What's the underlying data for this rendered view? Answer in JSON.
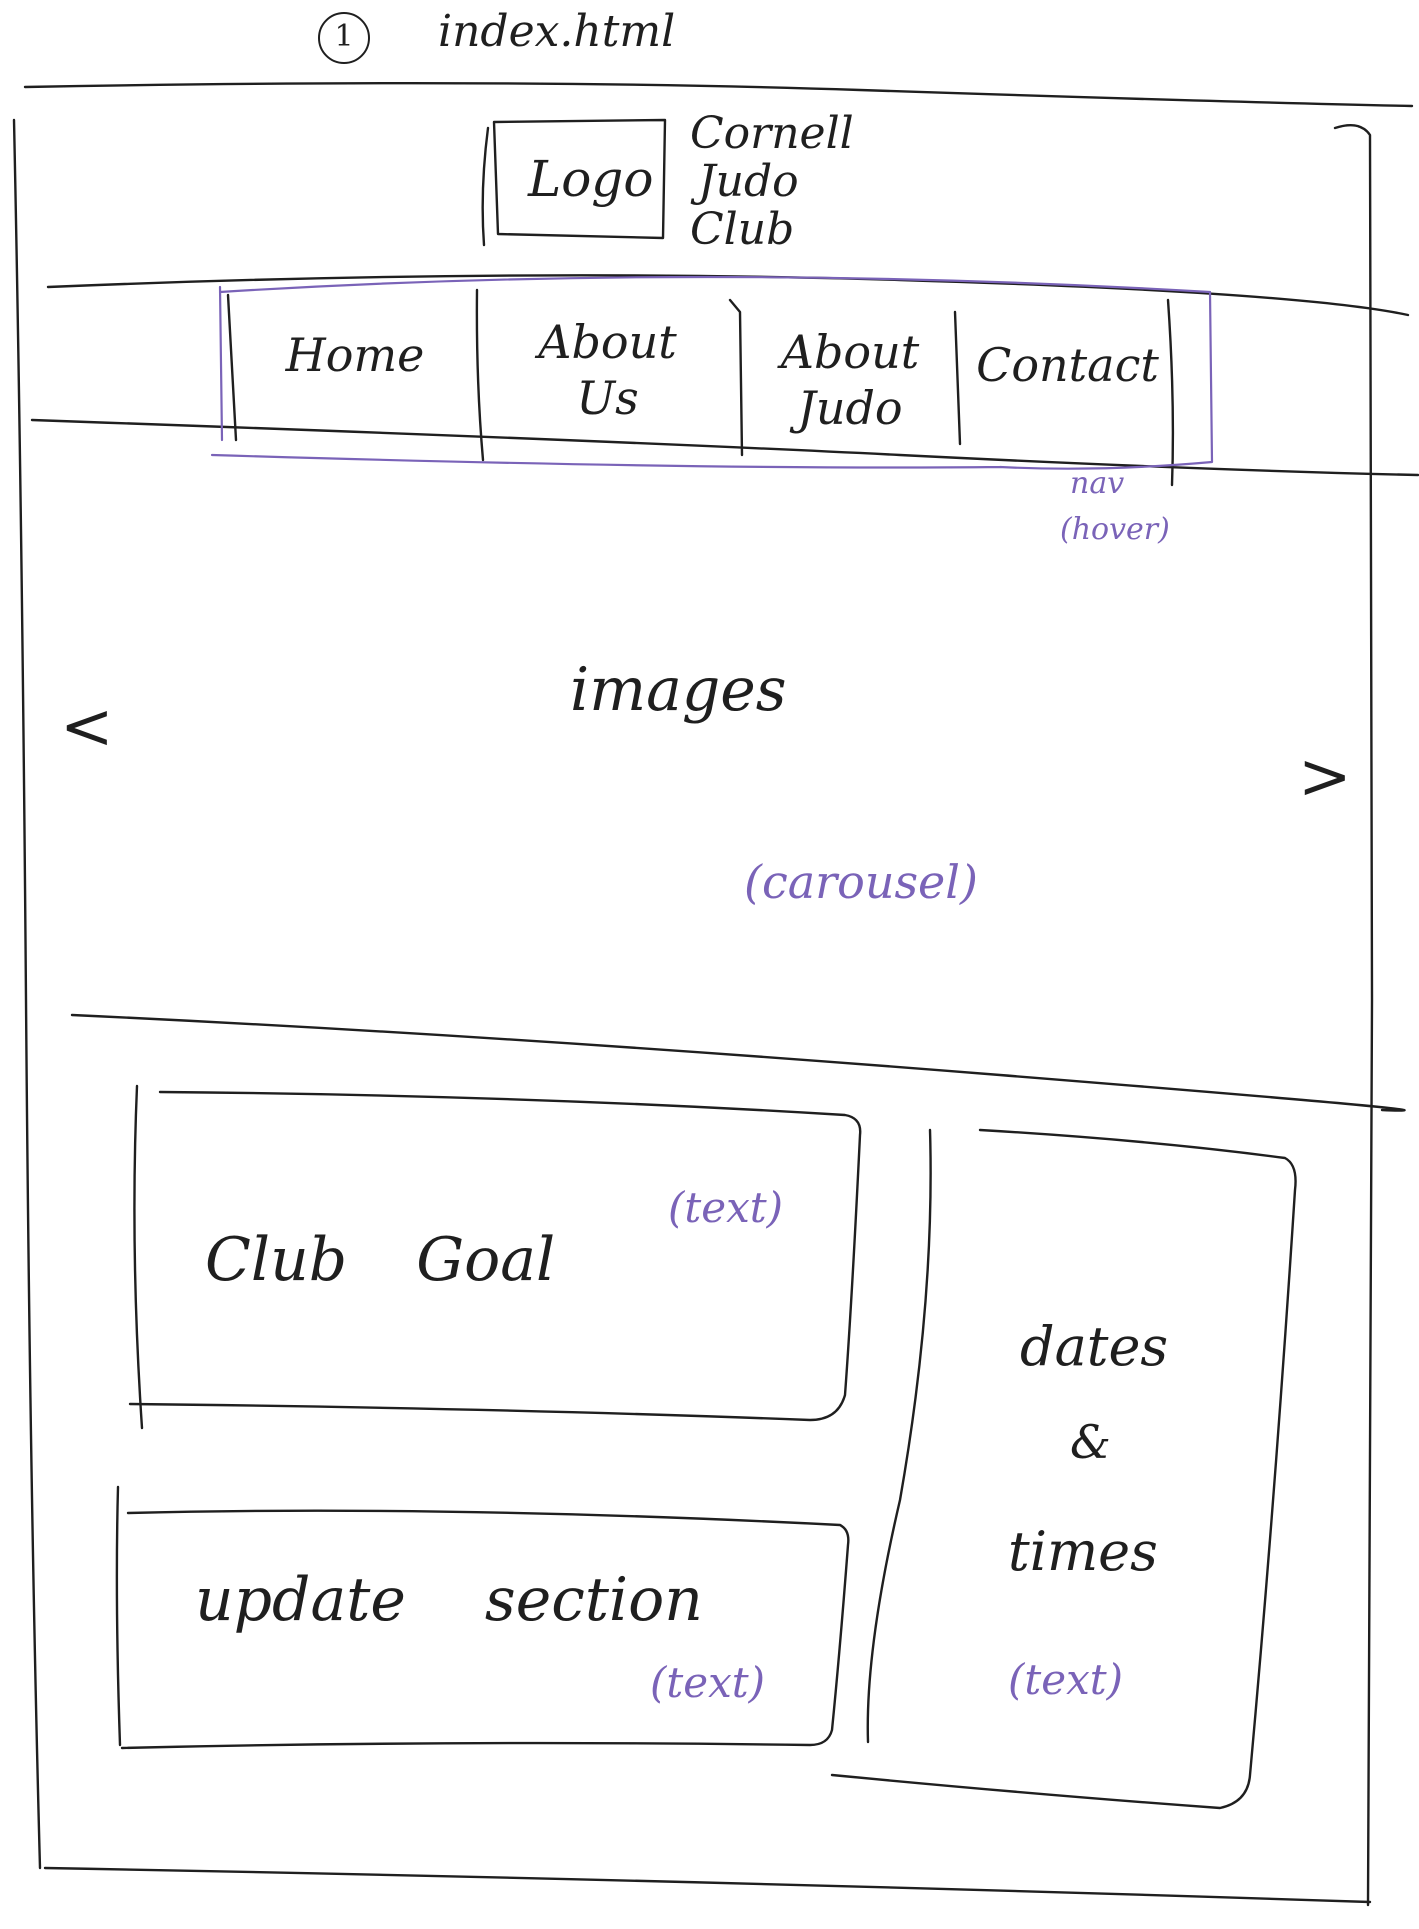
{
  "page": {
    "number": "1",
    "filename": "index.html"
  },
  "header": {
    "logo": "Logo",
    "club_name": [
      "Cornell",
      "Judo",
      "Club"
    ]
  },
  "nav": {
    "items": [
      {
        "label_lines": [
          "Home"
        ]
      },
      {
        "label_lines": [
          "About",
          "Us"
        ]
      },
      {
        "label_lines": [
          "About",
          "Judo"
        ]
      },
      {
        "label_lines": [
          "Contact"
        ]
      }
    ],
    "note": [
      "nav",
      "(hover)"
    ]
  },
  "carousel": {
    "prev": "<",
    "next": ">",
    "label": "images",
    "note": "(carousel)"
  },
  "club_goal": {
    "title": "Club Goal",
    "note": "(text)"
  },
  "update_section": {
    "title": "update section",
    "note": "(text)"
  },
  "dates_times": {
    "lines": [
      "dates",
      "&",
      "times"
    ],
    "note": "(text)"
  },
  "colors": {
    "ink": "#1f1f1f",
    "annotation": "#7a63b8",
    "background": "#ffffff"
  }
}
